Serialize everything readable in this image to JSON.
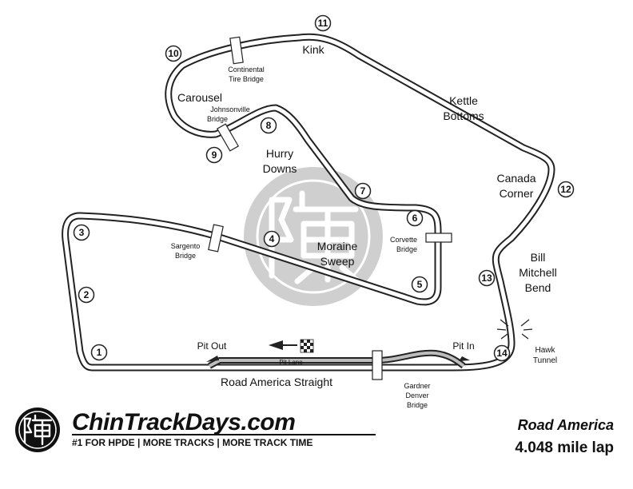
{
  "track": {
    "name": "Road America",
    "lap_length": "4.048 mile lap"
  },
  "brand": {
    "name": "ChinTrackDays.com",
    "tagline": "#1 FOR HPDE | MORE TRACKS | MORE TRACK TIME"
  },
  "turns": [
    "1",
    "2",
    "3",
    "4",
    "5",
    "6",
    "7",
    "8",
    "9",
    "10",
    "11",
    "12",
    "13",
    "14"
  ],
  "labels": {
    "kink": "Kink",
    "kettle_bottoms": [
      "Kettle",
      "Bottoms"
    ],
    "canada_corner": [
      "Canada",
      "Corner"
    ],
    "bill_mitchell_bend": [
      "Bill",
      "Mitchell",
      "Bend"
    ],
    "carousel": "Carousel",
    "hurry_downs": [
      "Hurry",
      "Downs"
    ],
    "moraine_sweep": [
      "Moraine",
      "Sweep"
    ],
    "road_america_straight": "Road America Straight",
    "pit_out": "Pit Out",
    "pit_in": "Pit In",
    "pit_lane": "Pit Lane",
    "hawk_tunnel": [
      "Hawk",
      "Tunnel"
    ],
    "continental_bridge": [
      "Continental",
      "Tire Bridge"
    ],
    "johnsonville_bridge": [
      "Johnsonville",
      "Bridge"
    ],
    "sargento_bridge": [
      "Sargento",
      "Bridge"
    ],
    "corvette_bridge": [
      "Corvette",
      "Bridge"
    ],
    "gardner_bridge": [
      "Gardner",
      "Denver",
      "Bridge"
    ]
  },
  "colors": {
    "track": "#222222",
    "watermark": "#cfcfcf",
    "pit_lane": "#bdbdbd"
  }
}
